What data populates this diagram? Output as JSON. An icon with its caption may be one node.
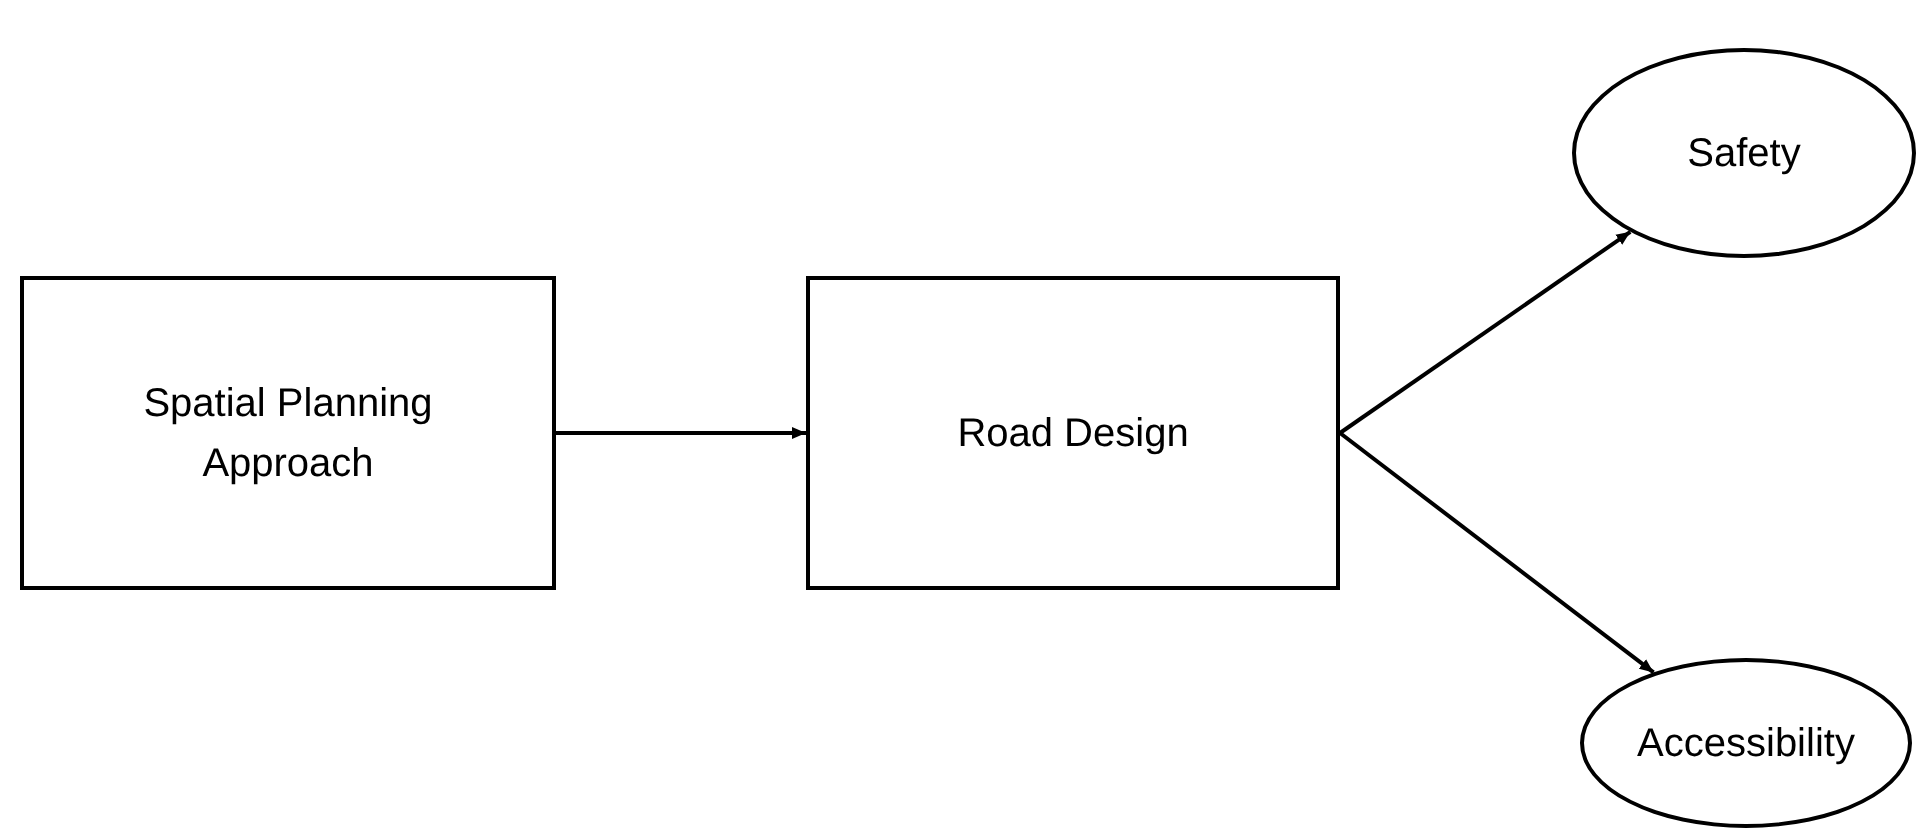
{
  "diagram": {
    "nodes": [
      {
        "text": [
          "Spatial Planning Approach"
        ]
      },
      {
        "text": [
          "Road Design"
        ]
      },
      {
        "text": [
          "Safety"
        ]
      },
      {
        "text": [
          "Accessibility"
        ]
      }
    ],
    "edges": [
      {
        "from": 0,
        "to": 1,
        "arrow": "to"
      },
      {
        "from": 1,
        "to": 2,
        "arrow": "to"
      },
      {
        "from": 1,
        "to": 3,
        "arrow": "to"
      }
    ]
  }
}
